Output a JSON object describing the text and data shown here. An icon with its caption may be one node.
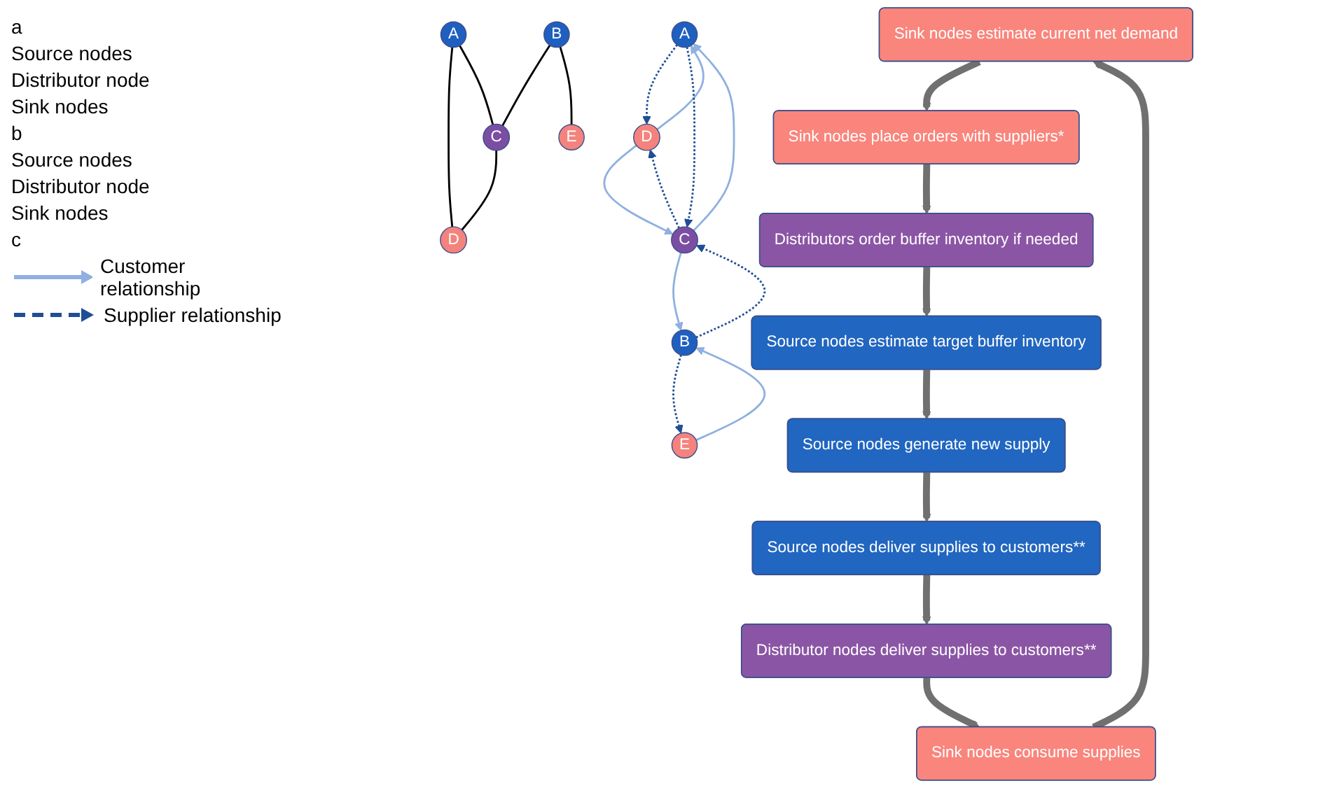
{
  "diagram": {
    "nodes": [
      {
        "text": [
          "A"
        ]
      },
      {
        "text": [
          "B"
        ]
      },
      {
        "text": [
          "C"
        ]
      },
      {
        "text": [
          "D"
        ]
      },
      {
        "text": [
          "E"
        ]
      },
      {
        "text": [
          "A"
        ]
      },
      {
        "text": [
          "B"
        ]
      },
      {
        "text": [
          "C"
        ]
      },
      {
        "text": [
          "D"
        ]
      },
      {
        "text": [
          "E"
        ]
      },
      {
        "text": [
          "Sink nodes estimate current net demand"
        ]
      },
      {
        "text": [
          "Sink nodes place orders with suppliers*"
        ]
      },
      {
        "text": [
          "Distributors order buffer inventory if needed"
        ]
      },
      {
        "text": [
          "Source nodes estimate target buffer inventory"
        ]
      },
      {
        "text": [
          "Source nodes generate new supply"
        ]
      },
      {
        "text": [
          "Source nodes deliver supplies to customers**"
        ]
      },
      {
        "text": [
          "Distributor nodes deliver supplies to customers**"
        ]
      },
      {
        "text": [
          "Sink nodes consume supplies"
        ]
      }
    ],
    "edges": [
      {
        "from": 0,
        "to": 3,
        "arrow": "none",
        "color": "#000000"
      },
      {
        "from": 0,
        "to": 2,
        "arrow": "none",
        "color": "#000000"
      },
      {
        "from": 1,
        "to": 2,
        "arrow": "none",
        "color": "#000000"
      },
      {
        "from": 1,
        "to": 4,
        "arrow": "none",
        "color": "#000000"
      },
      {
        "from": 2,
        "to": 3,
        "arrow": "none",
        "color": "#000000"
      },
      {
        "from": 8,
        "to": 5,
        "arrow": "to",
        "color": "#8fb0e0"
      },
      {
        "from": 7,
        "to": 5,
        "arrow": "to",
        "color": "#8fb0e0"
      },
      {
        "from": 7,
        "to": 6,
        "arrow": "to",
        "color": "#8fb0e0"
      },
      {
        "from": 8,
        "to": 7,
        "arrow": "to",
        "color": "#8fb0e0"
      },
      {
        "from": 9,
        "to": 6,
        "arrow": "to",
        "color": "#8fb0e0"
      },
      {
        "from": 5,
        "to": 8,
        "arrow": "to",
        "style": "dashed",
        "color": "#1f4e96"
      },
      {
        "from": 5,
        "to": 7,
        "arrow": "to",
        "style": "dashed",
        "color": "#1f4e96"
      },
      {
        "from": 6,
        "to": 7,
        "arrow": "to",
        "style": "dashed",
        "color": "#1f4e96"
      },
      {
        "from": 6,
        "to": 9,
        "arrow": "to",
        "style": "dashed",
        "color": "#1f4e96"
      },
      {
        "from": 7,
        "to": 8,
        "arrow": "to",
        "style": "dashed",
        "color": "#1f4e96"
      },
      {
        "from": 10,
        "to": 11,
        "arrow": "to",
        "style": "thick",
        "color": "#707070"
      },
      {
        "from": 11,
        "to": 12,
        "arrow": "to",
        "style": "thick",
        "color": "#707070"
      },
      {
        "from": 12,
        "to": 13,
        "arrow": "to",
        "style": "thick",
        "color": "#707070"
      },
      {
        "from": 13,
        "to": 14,
        "arrow": "to",
        "style": "thick",
        "color": "#707070"
      },
      {
        "from": 14,
        "to": 15,
        "arrow": "to",
        "style": "thick",
        "color": "#707070"
      },
      {
        "from": 15,
        "to": 16,
        "arrow": "to",
        "style": "thick",
        "color": "#707070"
      },
      {
        "from": 16,
        "to": 17,
        "arrow": "to",
        "style": "thick",
        "color": "#707070"
      },
      {
        "from": 17,
        "to": 10,
        "arrow": "to",
        "style": "thick",
        "color": "#707070"
      }
    ],
    "labels": [
      "a",
      "Source nodes",
      "Distributor node",
      "Sink nodes",
      "b",
      "Source nodes",
      "Distributor node",
      "Sink nodes",
      "c"
    ],
    "legend": [
      {
        "text": "Customer relationship"
      },
      {
        "text": "Supplier relationship"
      }
    ]
  }
}
